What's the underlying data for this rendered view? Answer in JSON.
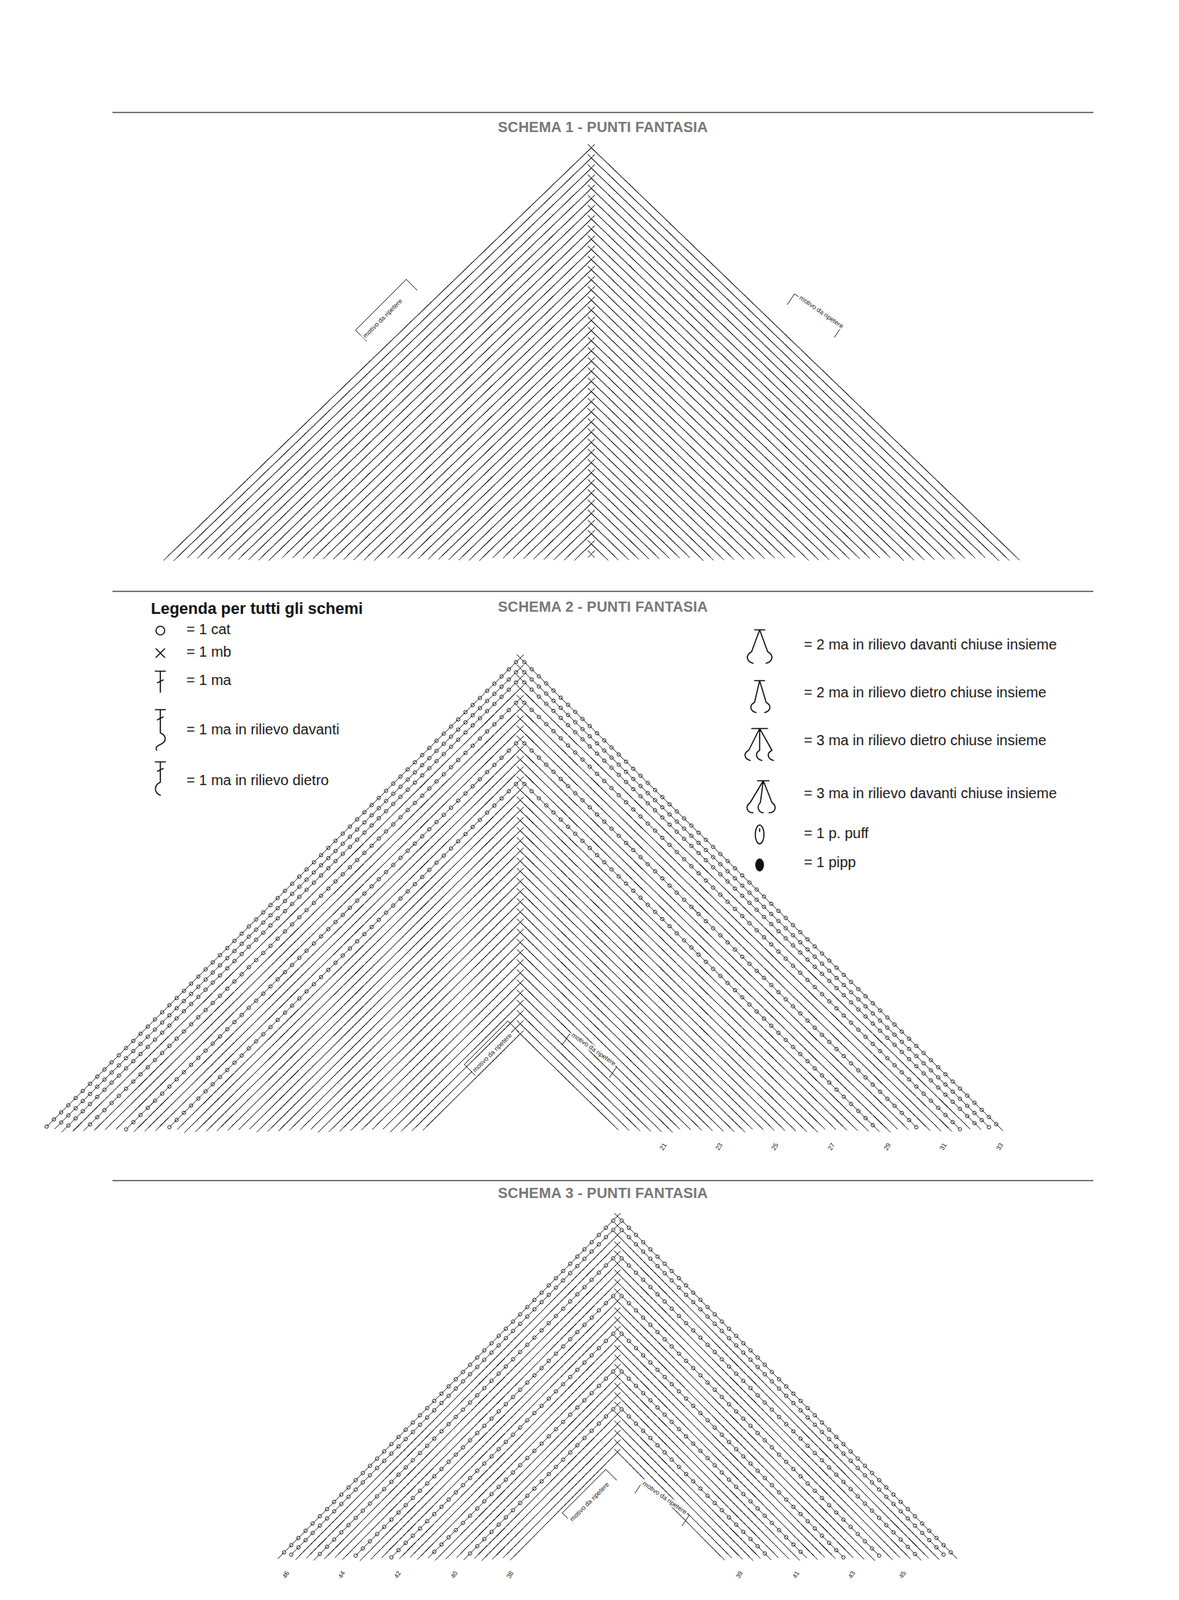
{
  "diagram": {
    "labels": [
      "SCHEMA 1 - PUNTI FANTASIA",
      "SCHEMA 2 - PUNTI FANTASIA",
      "SCHEMA 3 - PUNTI FANTASIA",
      "Legenda per tutti gli schemi",
      "motivo da ripetere",
      "motivo da ripetere",
      "motivo da ripetere",
      "motivo da ripetere",
      "motivo da ripetere",
      "motivo da ripetere",
      "21",
      "23",
      "25",
      "27",
      "29",
      "31",
      "33",
      "46",
      "44",
      "42",
      "40",
      "38",
      "39",
      "41",
      "43",
      "45"
    ],
    "legend": [
      {
        "text": "= 1 cat"
      },
      {
        "text": "= 1 mb"
      },
      {
        "text": "= 1 ma"
      },
      {
        "text": "= 1 ma in rilievo davanti"
      },
      {
        "text": "= 1 ma in rilievo dietro"
      },
      {
        "text": "= 2 ma in rilievo davanti chiuse insieme"
      },
      {
        "text": "= 2 ma in rilievo dietro chiuse insieme"
      },
      {
        "text": "= 3 ma in rilievo dietro chiuse insieme"
      },
      {
        "text": "= 3 ma in rilievo davanti chiuse insieme"
      },
      {
        "text": "= 1 p. puff"
      },
      {
        "text": "= 1 pipp"
      }
    ]
  }
}
